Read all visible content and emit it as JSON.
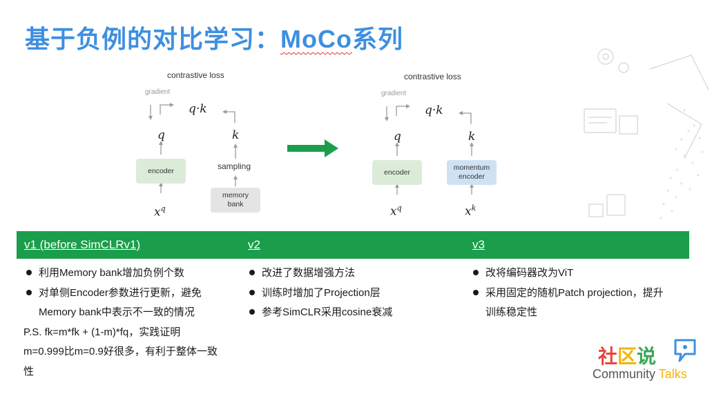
{
  "slide": {
    "title_part1": "基于负例的对比学习：",
    "title_part2": "MoCo",
    "title_part3": "系列"
  },
  "left_diagram": {
    "loss_label": "contrastive loss",
    "gradient_label": "gradient",
    "q_dot_k": "q·k",
    "q": "q",
    "k": "k",
    "encoder": "encoder",
    "sampling": "sampling",
    "memory_bank_line1": "memory",
    "memory_bank_line2": "bank",
    "xq_base": "x",
    "xq_sup": "q"
  },
  "right_diagram": {
    "loss_label": "contrastive loss",
    "gradient_label": "gradient",
    "q_dot_k": "q·k",
    "q": "q",
    "k": "k",
    "encoder": "encoder",
    "momentum_line1": "momentum",
    "momentum_line2": "encoder",
    "xq_base": "x",
    "xq_sup": "q",
    "xk_base": "x",
    "xk_sup": "k"
  },
  "colors": {
    "title": "#3d8fe0",
    "bar": "#1a9e4b",
    "arrow": "#1a9e4b"
  },
  "versions": [
    {
      "heading": "v1 (before SimCLRv1)",
      "bullets": [
        "利用Memory bank增加负例个数",
        "对单侧Encoder参数进行更新，避免",
        "Memory bank中表示不一致的情况"
      ],
      "note_lines": [
        "P.S. fk=m*fk + (1-m)*fq，实践证明",
        "m=0.999比m=0.9好很多，有利于整体一致",
        "性"
      ]
    },
    {
      "heading": "v2",
      "bullets": [
        "改进了数据增强方法",
        "训练时增加了Projection层",
        "参考SimCLR采用cosine衰减"
      ]
    },
    {
      "heading": "v3",
      "bullets": [
        "改将编码器改为ViT",
        "采用固定的随机Patch projection，提升",
        "训练稳定性"
      ]
    }
  ],
  "logo": {
    "chars": [
      "社",
      "区",
      "说"
    ],
    "char_colors": [
      "#e8453c",
      "#f4b400",
      "#34a853"
    ],
    "en_part1": "Community ",
    "en_part2": "Talks",
    "en_part2_color": "#f4b400"
  }
}
